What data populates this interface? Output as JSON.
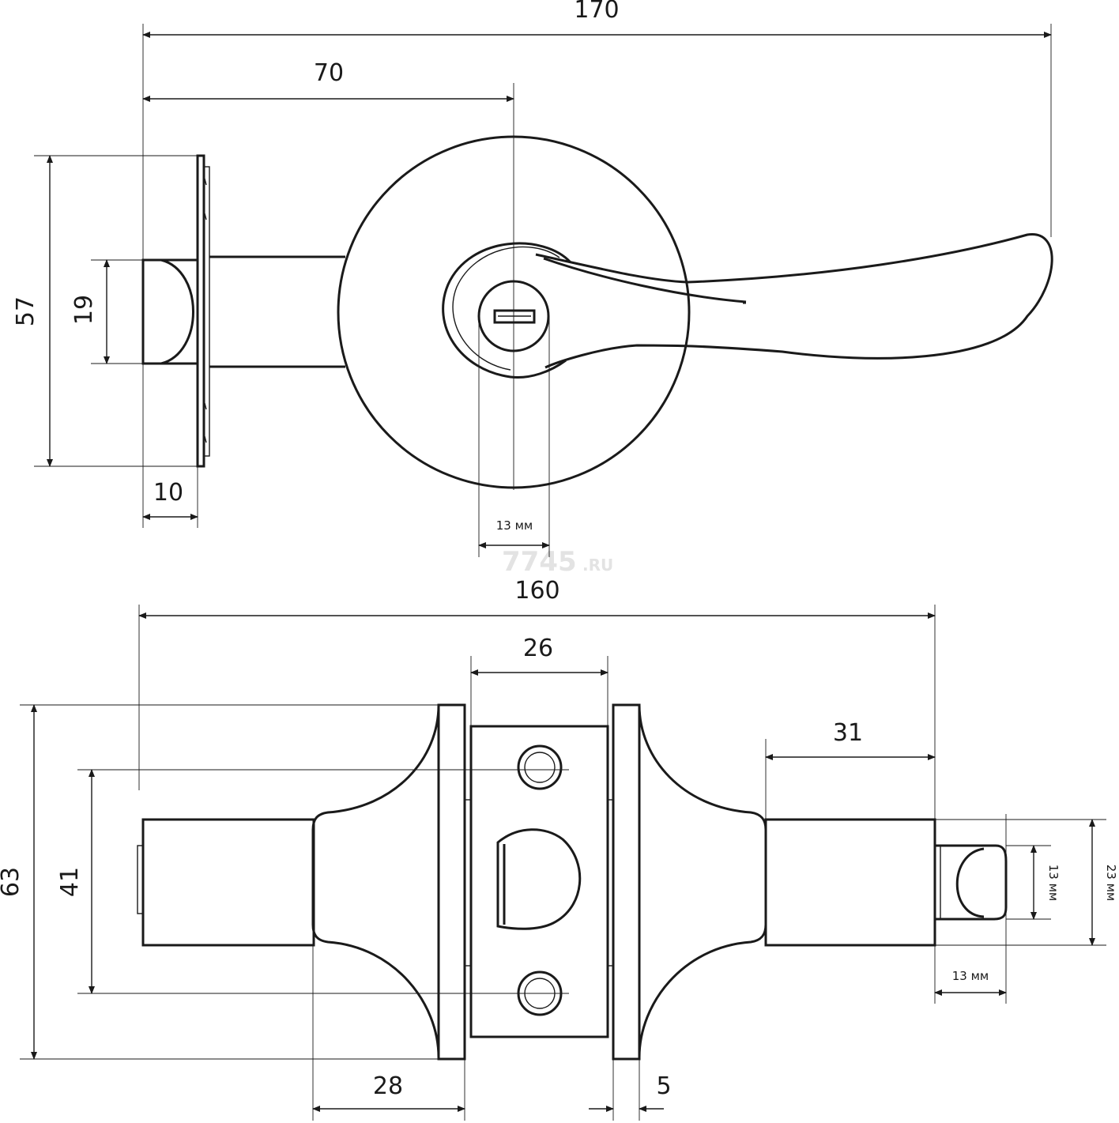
{
  "watermark": {
    "main": "7745",
    "suffix": ".RU"
  },
  "top_view": {
    "dim_total_length": "170",
    "dim_to_center": "70",
    "dim_rosette_height": "57",
    "dim_latch_face": "19",
    "dim_flange_offset": "10",
    "dim_cylinder": "13 мм"
  },
  "bottom_view": {
    "dim_total_length": "160",
    "dim_faceplate": "26",
    "dim_shaft": "31",
    "dim_outer_height": "63",
    "dim_hole_spacing": "41",
    "dim_neck": "28",
    "dim_plate_thickness": "5",
    "dim_spindle_height": "13 мм",
    "dim_body_height": "23 мм",
    "dim_spindle_length": "13 мм"
  },
  "colors": {
    "line": "#1a1a1a",
    "background": "#ffffff",
    "watermark": "#e3e3e3"
  }
}
